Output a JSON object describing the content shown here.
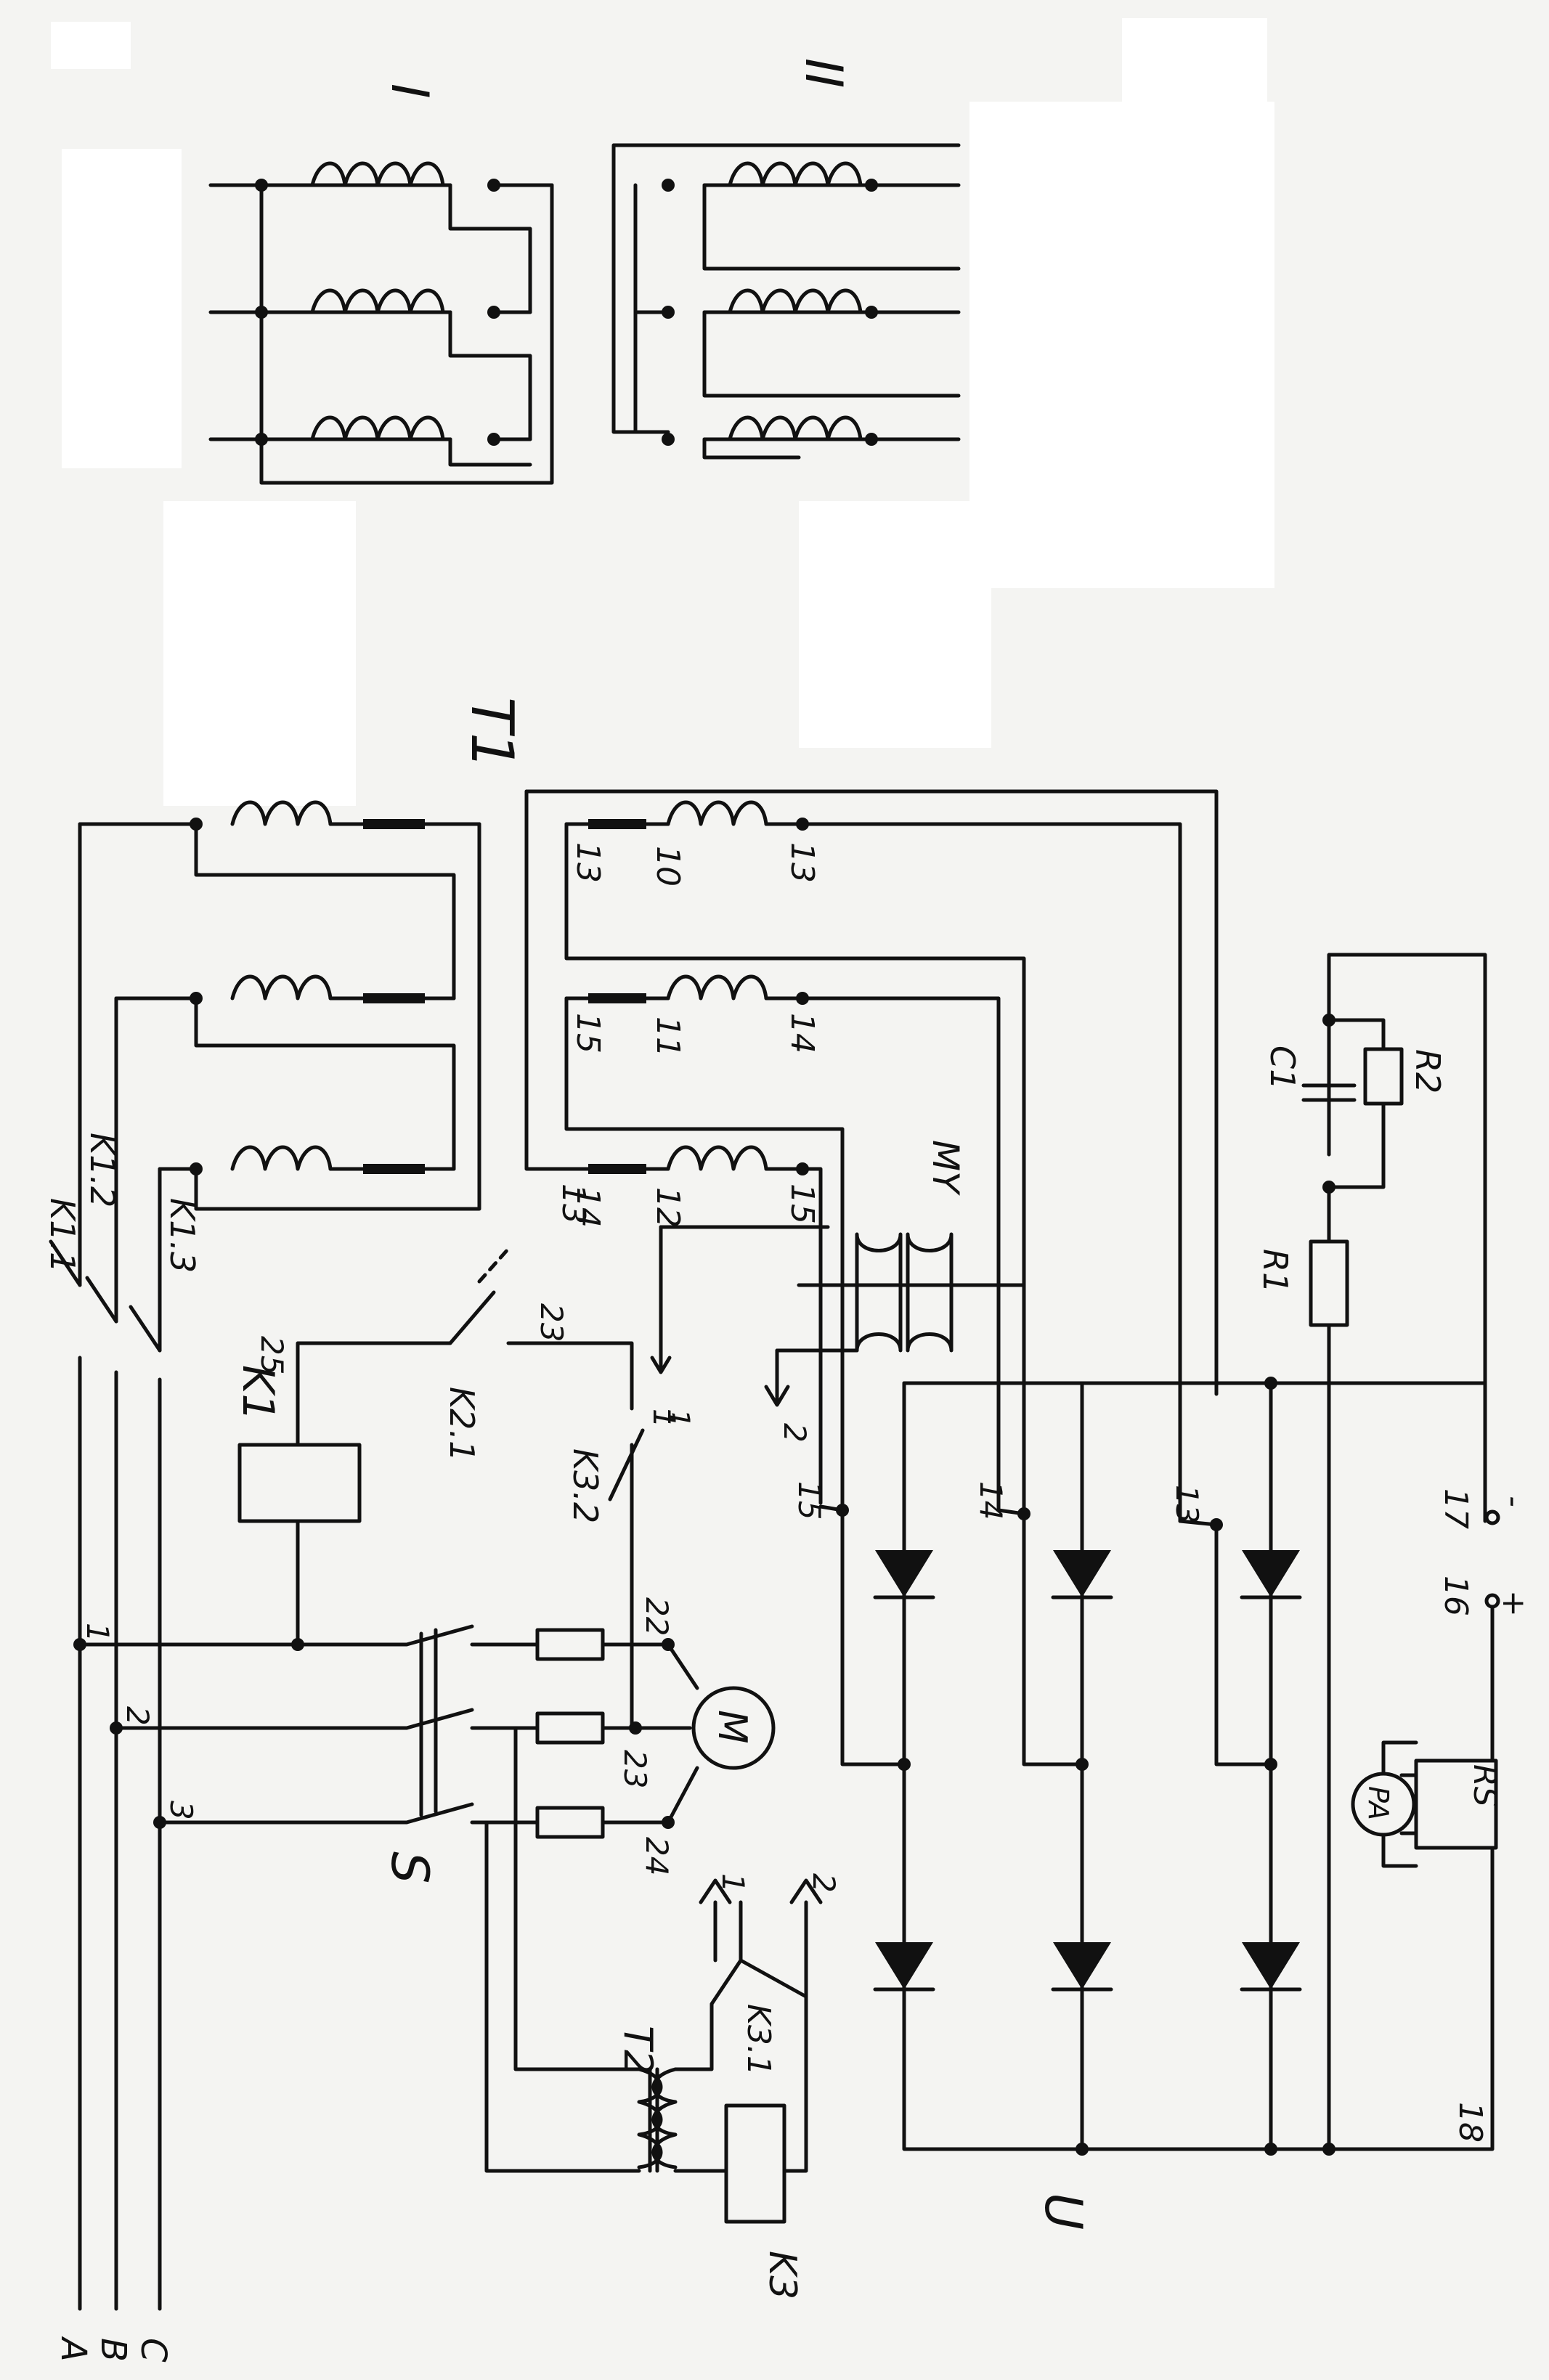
{
  "diagram": {
    "connection_labels": {
      "star": "I",
      "delta": "II"
    },
    "components": {
      "transformer_t1": "T1",
      "transformer_t2": "T2",
      "contactor_k1": "K1",
      "contact_k1_1": "K1.1",
      "contact_k1_2": "K1.2",
      "contact_k1_3": "K1.3",
      "contact_k2_1": "K2.1",
      "contact_k3_1": "K3.1",
      "contact_k3_2": "K3.2",
      "relay_k3": "K3",
      "switch_s": "S",
      "motor": "M",
      "magnetic_amp": "MY",
      "rectifier": "U",
      "capacitor": "C1",
      "resistor_r1": "R1",
      "resistor_r2": "R2",
      "shunt": "RS",
      "ammeter": "PA"
    },
    "phases": [
      "A",
      "B",
      "C"
    ],
    "wire_numbers": {
      "n1": "1",
      "n2": "2",
      "n3": "3",
      "n25": "25",
      "n23": "23",
      "n22": "22",
      "n23m": "23",
      "n24": "24",
      "w13": "13",
      "w14": "14",
      "w10": "10",
      "w13b": "13",
      "w15": "15",
      "w11": "11",
      "w14b": "14",
      "w12": "12",
      "w15b": "15",
      "my1": "1",
      "my2": "2",
      "r15": "15",
      "r14": "14",
      "r13": "13",
      "t16": "16",
      "t17": "17",
      "t18": "18",
      "k3_1": "1",
      "k3_2": "2"
    },
    "polarity": {
      "plus": "+",
      "minus": "-"
    }
  }
}
